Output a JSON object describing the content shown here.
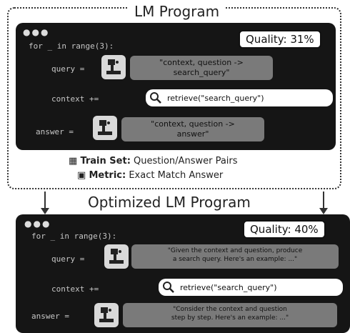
{
  "top": {
    "title": "LM Program",
    "quality": "Quality: 31%",
    "window_dots": "●●●",
    "loop_line": "for _ in range(3):",
    "query_lhs": "query =",
    "query_prompt": "\"context, question ->\nsearch_query\"",
    "context_lhs": "context += ",
    "retriever_call": "retrieve(\"search_query\")",
    "answer_lhs": "answer =",
    "answer_prompt": "\"context, question ->\nanswer\""
  },
  "captions": {
    "train_label": "Train Set:",
    "train_value": "Question/Answer Pairs",
    "metric_label": "Metric:",
    "metric_value": "Exact Match Answer"
  },
  "bottom": {
    "title": "Optimized LM Program",
    "quality": "Quality: 40%",
    "window_dots": "●●●",
    "loop_line": "for _ in range(3):",
    "query_lhs": "query =",
    "query_prompt": "\"Given the context and question, produce\na search query. Here's an example: ...\"",
    "context_lhs": "context += ",
    "retriever_call": "retrieve(\"search_query\")",
    "answer_lhs": "answer =",
    "answer_prompt": "\"Consider the context and question\nstep by step. Here's an example: ...\""
  },
  "icons": {
    "lm": "lm-icon",
    "retriever": "magnifier-icon",
    "train": "dataset-icon",
    "metric": "metric-icon"
  }
}
